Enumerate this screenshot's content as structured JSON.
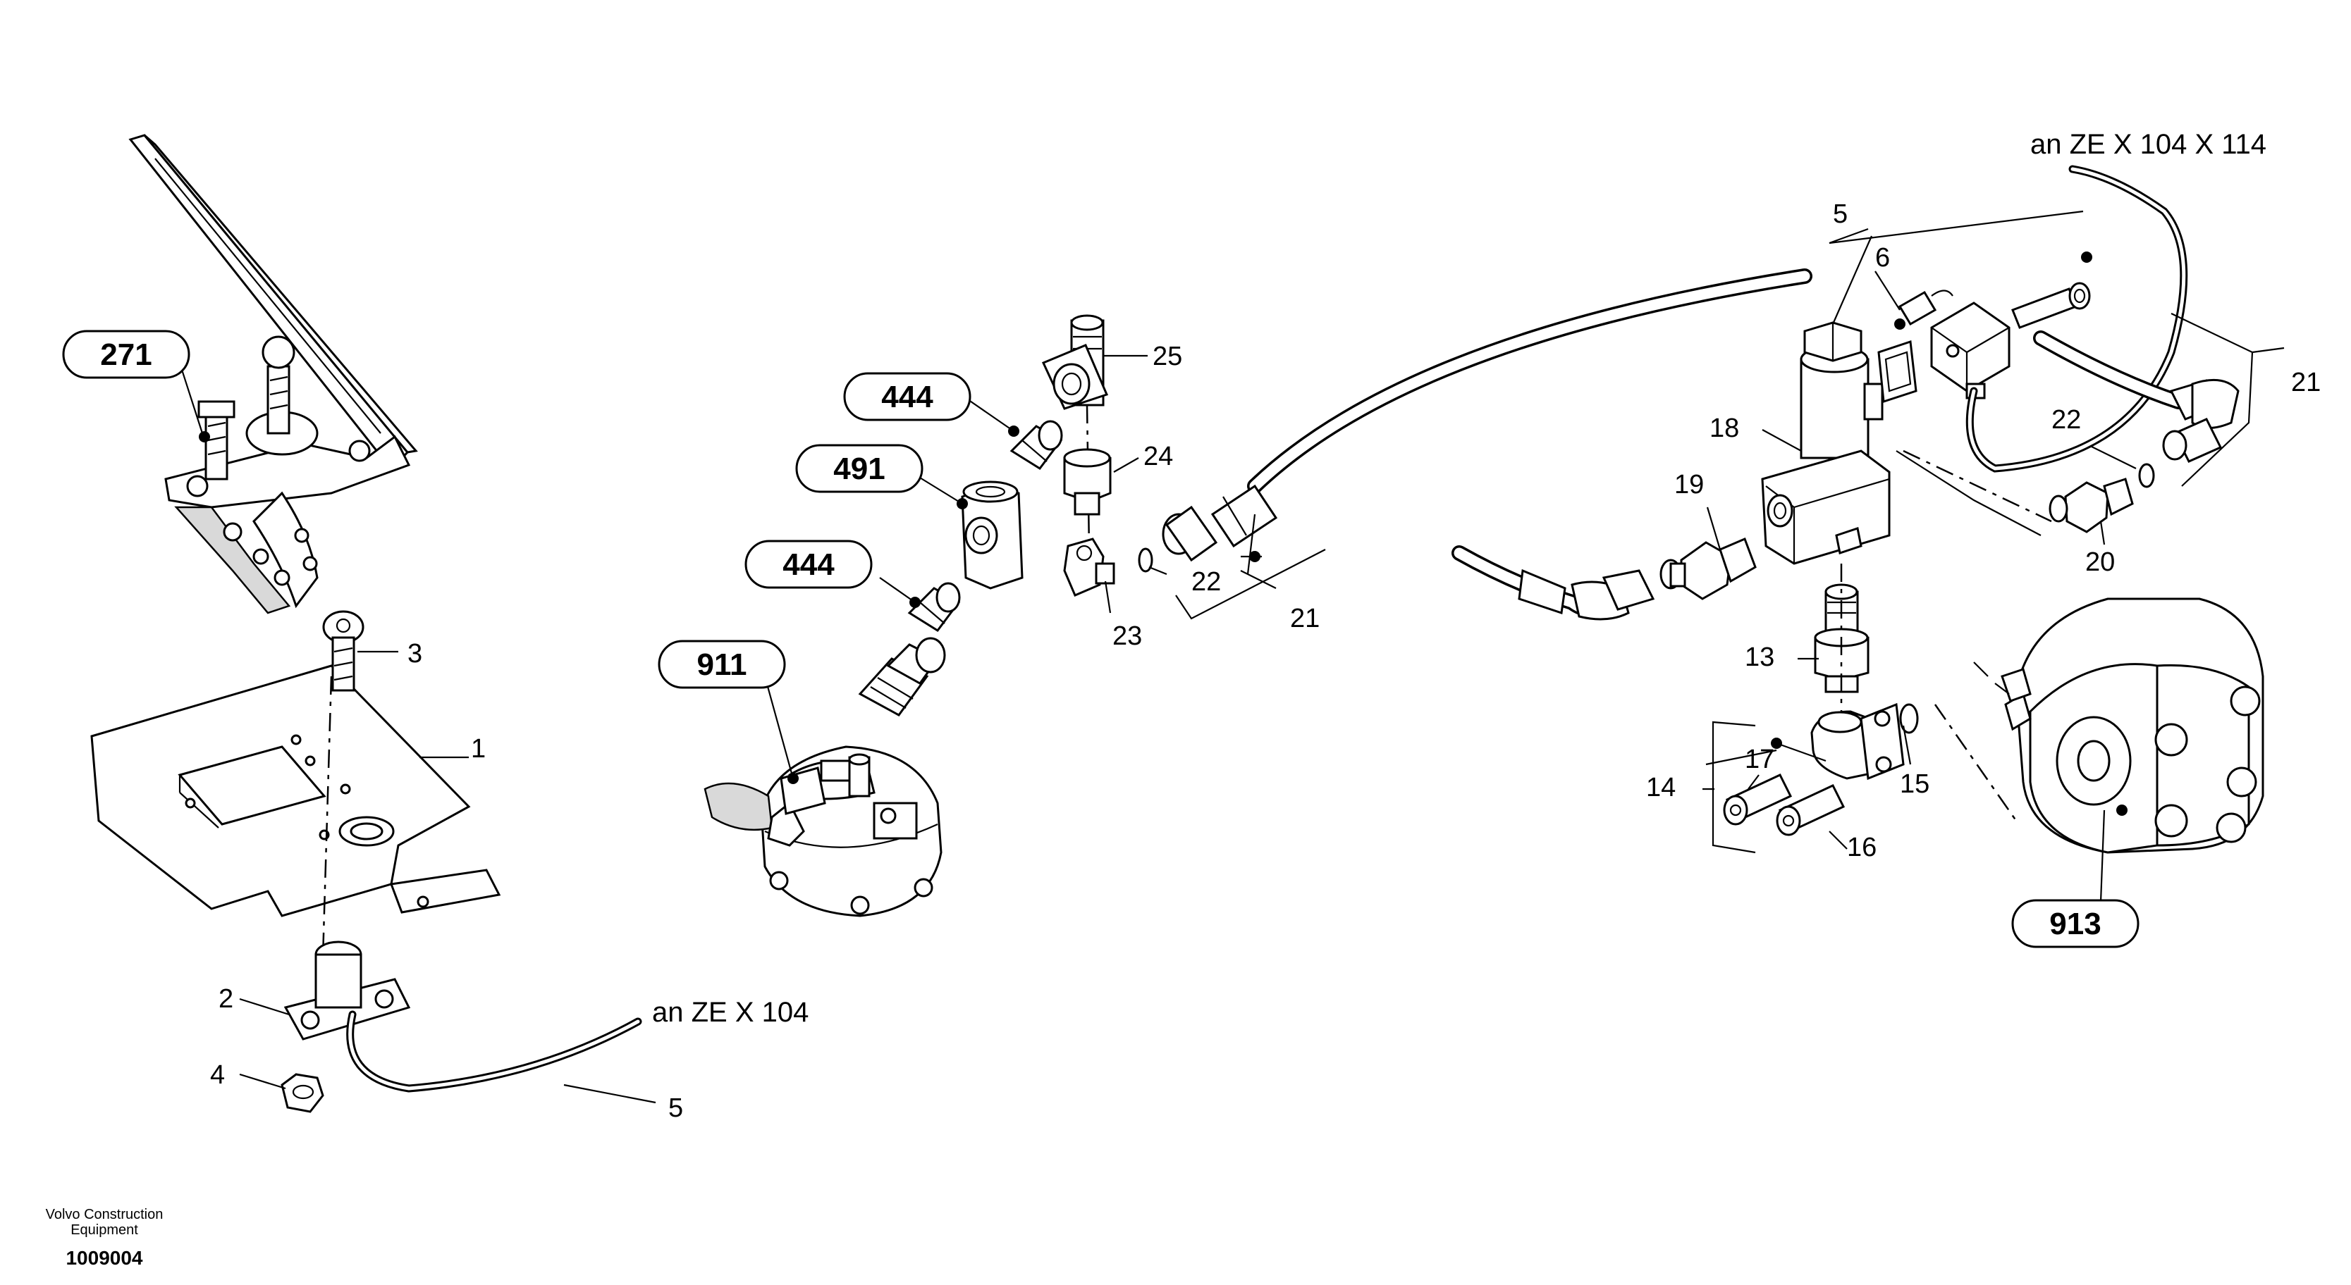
{
  "labels": {
    "n1": "1",
    "n2": "2",
    "n3": "3",
    "n4": "4",
    "n5_bottom": "5",
    "n5_top": "5",
    "n6": "6",
    "n13": "13",
    "n14": "14",
    "n15": "15",
    "n16": "16",
    "n17": "17",
    "n18": "18",
    "n19": "19",
    "n20": "20",
    "n21_left": "21",
    "n21_right": "21",
    "n22_left": "22",
    "n22_right": "22",
    "n23": "23",
    "n24": "24",
    "n25": "25"
  },
  "refs": {
    "r271": "271",
    "r444a": "444",
    "r491": "491",
    "r444b": "444",
    "r911": "911",
    "r913": "913"
  },
  "notes": {
    "top_right": "an  ZE  X 104  X 114",
    "bottom": "an  ZE  X 104"
  },
  "footer": {
    "line1": "Volvo Construction",
    "line2": "Equipment",
    "drawing_no": "1009004"
  }
}
